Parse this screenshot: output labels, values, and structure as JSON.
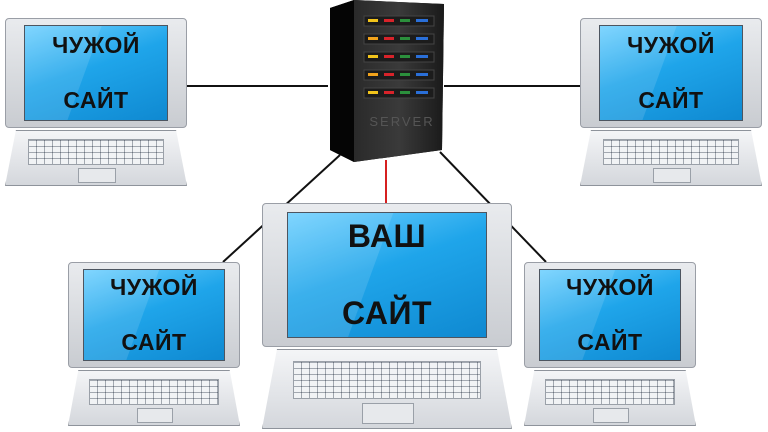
{
  "nodes": {
    "your_site": {
      "line1": "ВАШ",
      "line2": "САЙТ"
    },
    "other_site": {
      "line1": "ЧУЖОЙ",
      "line2": "САЙТ"
    }
  },
  "server": {
    "label": "SERVER"
  },
  "colors": {
    "connection": "#111111",
    "highlight_connection": "#d62020",
    "screen": "#1fa5ea",
    "server_body": "#111111"
  }
}
